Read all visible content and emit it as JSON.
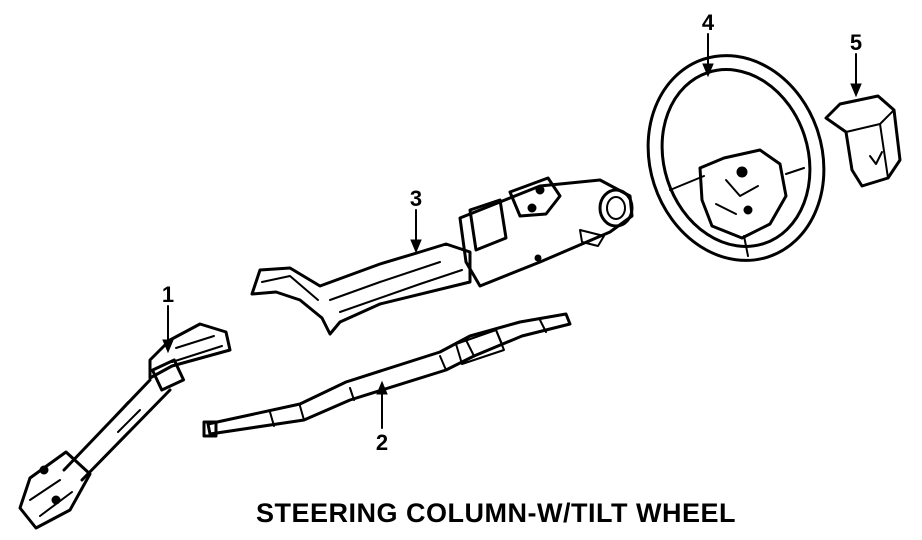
{
  "title": "STEERING COLUMN-W/TILT WHEEL",
  "callouts": [
    {
      "number": "1"
    },
    {
      "number": "2"
    },
    {
      "number": "3"
    },
    {
      "number": "4"
    },
    {
      "number": "5"
    }
  ]
}
